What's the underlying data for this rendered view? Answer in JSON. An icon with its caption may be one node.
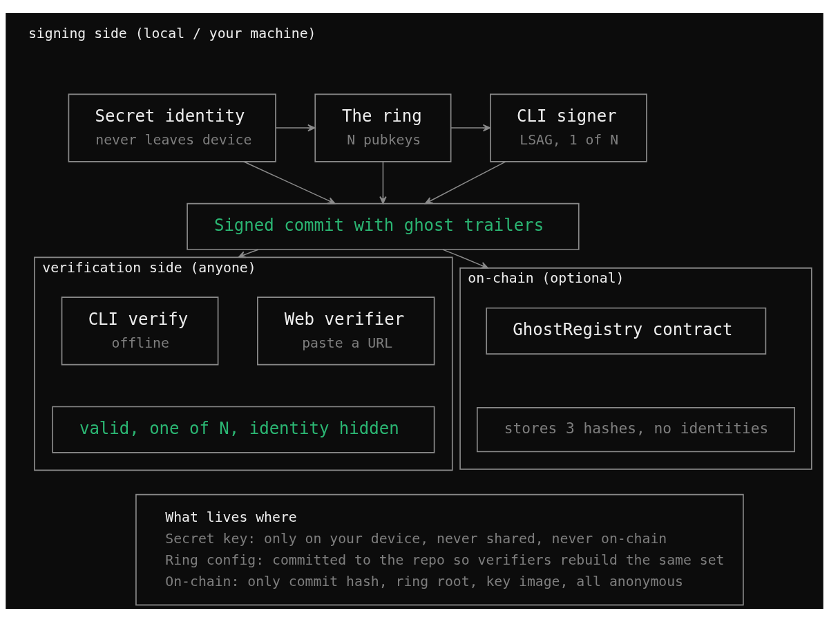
{
  "diagram": {
    "nodes": [
      {
        "text": [
          "Secret identity",
          "never leaves device"
        ]
      },
      {
        "text": [
          "The ring",
          "N pubkeys"
        ]
      },
      {
        "text": [
          "CLI signer",
          "LSAG, 1 of N"
        ]
      },
      {
        "text": [
          "Signed commit with ghost trailers"
        ]
      },
      {
        "text": [
          "verification side (anyone)"
        ]
      },
      {
        "text": [
          "CLI verify",
          "offline"
        ],
        "in": 4
      },
      {
        "text": [
          "Web verifier",
          "paste a URL"
        ],
        "in": 4
      },
      {
        "text": [
          "valid, one of N, identity hidden"
        ],
        "in": 4
      },
      {
        "text": [
          "on-chain (optional)"
        ]
      },
      {
        "text": [
          "GhostRegistry contract"
        ],
        "in": 8
      },
      {
        "text": [
          "stores 3 hashes, no identities"
        ],
        "in": 8
      },
      {
        "text": [
          "What lives where",
          "Secret key: only on your device, never shared, never on-chain",
          "Ring config: committed to the repo so verifiers rebuild the same set",
          "On-chain: only commit hash, ring root, key image, all anonymous"
        ]
      }
    ],
    "edges": [
      {
        "from": 0,
        "to": 1,
        "arrow": "to"
      },
      {
        "from": 1,
        "to": 2,
        "arrow": "to"
      },
      {
        "from": 0,
        "to": 3,
        "arrow": "to"
      },
      {
        "from": 1,
        "to": 3,
        "arrow": "to"
      },
      {
        "from": 2,
        "to": 3,
        "arrow": "to"
      },
      {
        "from": 3,
        "to": 4,
        "arrow": "to"
      },
      {
        "from": 3,
        "to": 8,
        "arrow": "to"
      }
    ],
    "labels": [
      "signing side (local / your machine)"
    ]
  }
}
